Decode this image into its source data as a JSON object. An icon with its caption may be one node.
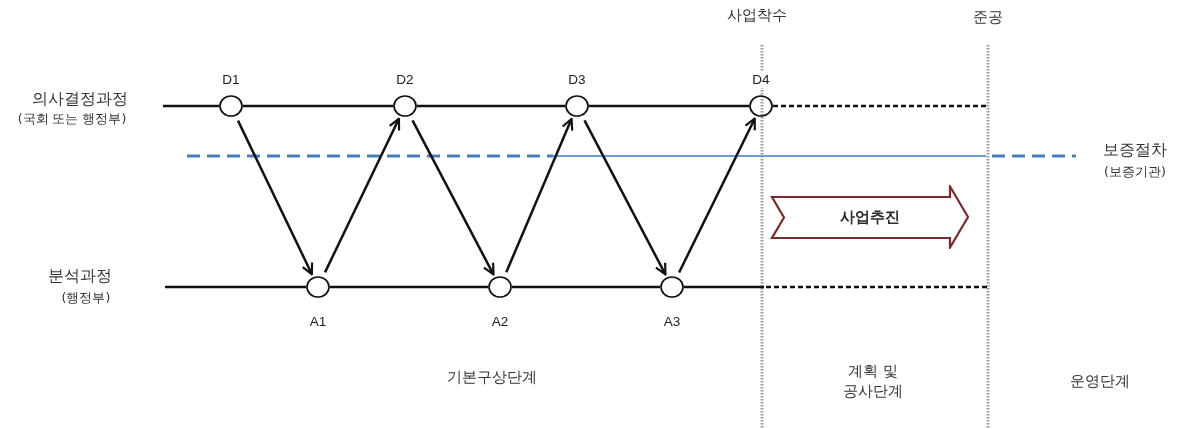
{
  "diagram": {
    "nodes": [
      {
        "text": [],
        "shape": "circle",
        "beside": [
          "D1"
        ]
      },
      {
        "text": [],
        "shape": "circle",
        "beside": [
          "D2"
        ]
      },
      {
        "text": [],
        "shape": "circle",
        "beside": [
          "D3"
        ]
      },
      {
        "text": [],
        "shape": "circle",
        "beside": [
          "D4"
        ]
      },
      {
        "text": [
          "사업추진"
        ]
      },
      {
        "text": [],
        "shape": "circle",
        "beside": [
          "A1"
        ]
      },
      {
        "text": [],
        "shape": "circle",
        "beside": [
          "A2"
        ]
      },
      {
        "text": [],
        "shape": "circle",
        "beside": [
          "A3"
        ]
      }
    ],
    "edges": [
      {
        "from": 0,
        "to": 5,
        "arrow": "to"
      },
      {
        "from": 5,
        "to": 1,
        "arrow": "to"
      },
      {
        "from": 1,
        "to": 6,
        "arrow": "to"
      },
      {
        "from": 6,
        "to": 2,
        "arrow": "to"
      },
      {
        "from": 2,
        "to": 7,
        "arrow": "to"
      },
      {
        "from": 7,
        "to": 3,
        "arrow": "to"
      },
      {
        "from": 0,
        "to": 1,
        "arrow": "none"
      },
      {
        "from": 1,
        "to": 2,
        "arrow": "none"
      },
      {
        "from": 2,
        "to": 3,
        "arrow": "none"
      },
      {
        "from": 5,
        "to": 6,
        "arrow": "none"
      },
      {
        "from": 6,
        "to": 7,
        "arrow": "none"
      }
    ],
    "labels": [
      "사업착수",
      "준공",
      "의사결정과정",
      "(국회 또는 행정부)",
      "보증절차",
      "(보증기관)",
      "분석과정",
      "(행정부)",
      "기본구상단계",
      "계획 및 공사단계",
      "운영단계"
    ]
  }
}
